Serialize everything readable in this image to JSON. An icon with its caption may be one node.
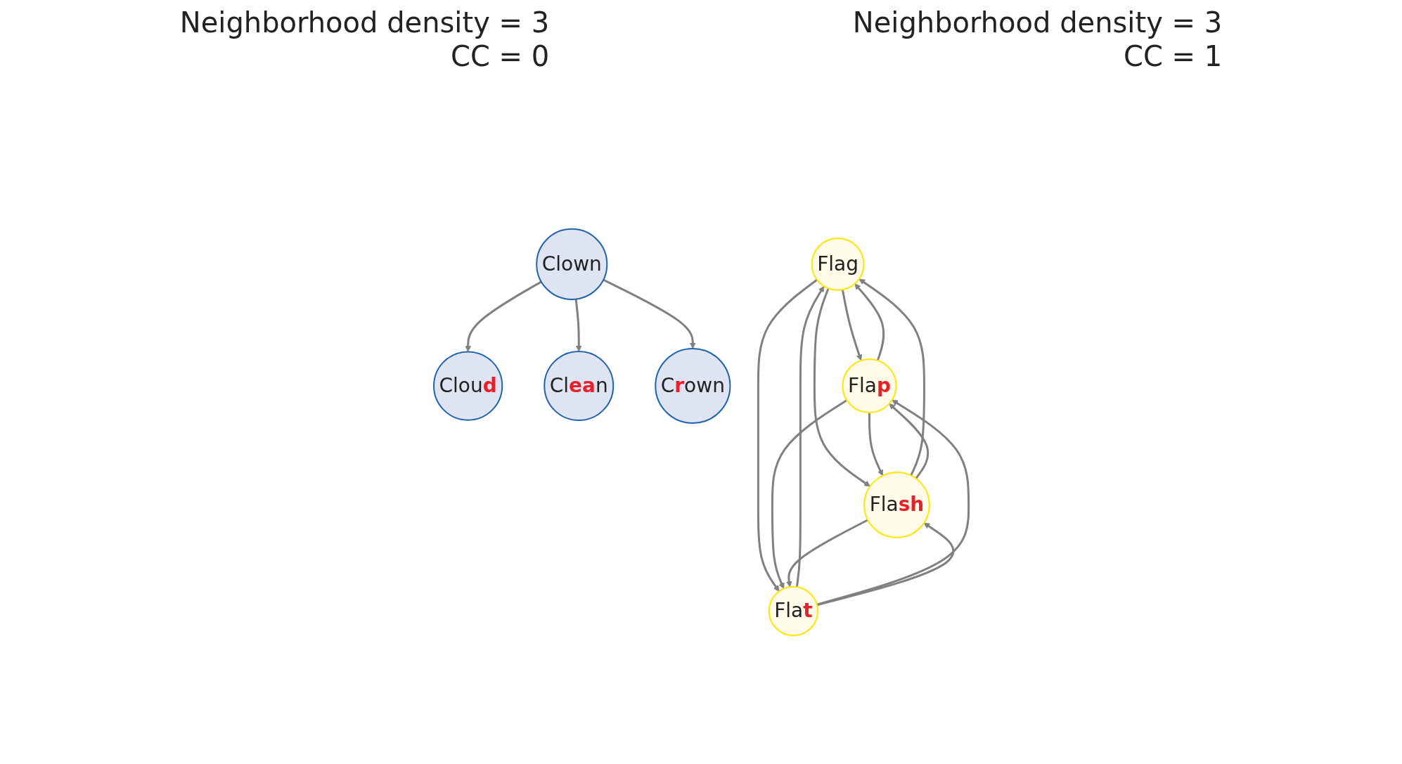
{
  "diagram": {
    "nodes": [
      {
        "text": [
          "Clown"
        ]
      },
      {
        "text": [
          "Clou**d**"
        ]
      },
      {
        "text": [
          "Cl**ea**n"
        ]
      },
      {
        "text": [
          "C**r**own"
        ]
      },
      {
        "text": [
          "Flag"
        ]
      },
      {
        "text": [
          "Fla**p**"
        ]
      },
      {
        "text": [
          "Fla**sh**"
        ]
      },
      {
        "text": [
          "Fla**t**"
        ]
      }
    ],
    "edges": [
      {
        "from": 0,
        "to": 1,
        "arrow": "to"
      },
      {
        "from": 0,
        "to": 2,
        "arrow": "to"
      },
      {
        "from": 0,
        "to": 3,
        "arrow": "to"
      },
      {
        "from": 5,
        "to": 4,
        "arrow": "to"
      },
      {
        "from": 4,
        "to": 5,
        "arrow": "to"
      },
      {
        "from": 4,
        "to": 6,
        "arrow": "to"
      },
      {
        "from": 6,
        "to": 4,
        "arrow": "to"
      },
      {
        "from": 5,
        "to": 6,
        "arrow": "to"
      },
      {
        "from": 6,
        "to": 5,
        "arrow": "to"
      },
      {
        "from": 7,
        "to": 4,
        "arrow": "to"
      },
      {
        "from": 4,
        "to": 7,
        "arrow": "to"
      },
      {
        "from": 5,
        "to": 7,
        "arrow": "to"
      },
      {
        "from": 7,
        "to": 5,
        "arrow": "to"
      },
      {
        "from": 7,
        "to": 6,
        "arrow": "to"
      },
      {
        "from": 6,
        "to": 7,
        "arrow": "to"
      }
    ],
    "labels": [
      "Neighborhood density = 3",
      "CC = 0",
      "Neighborhood density = 3",
      "CC = 1"
    ]
  }
}
